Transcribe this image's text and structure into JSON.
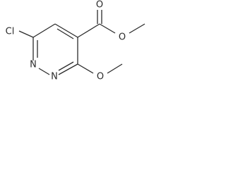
{
  "molecule": {
    "atoms": {
      "chlorine": "Cl",
      "nitrogen_1": "N",
      "nitrogen_2": "N",
      "carbonyl_oxygen": "O",
      "ester_oxygen": "O",
      "ether_oxygen": "O"
    }
  }
}
